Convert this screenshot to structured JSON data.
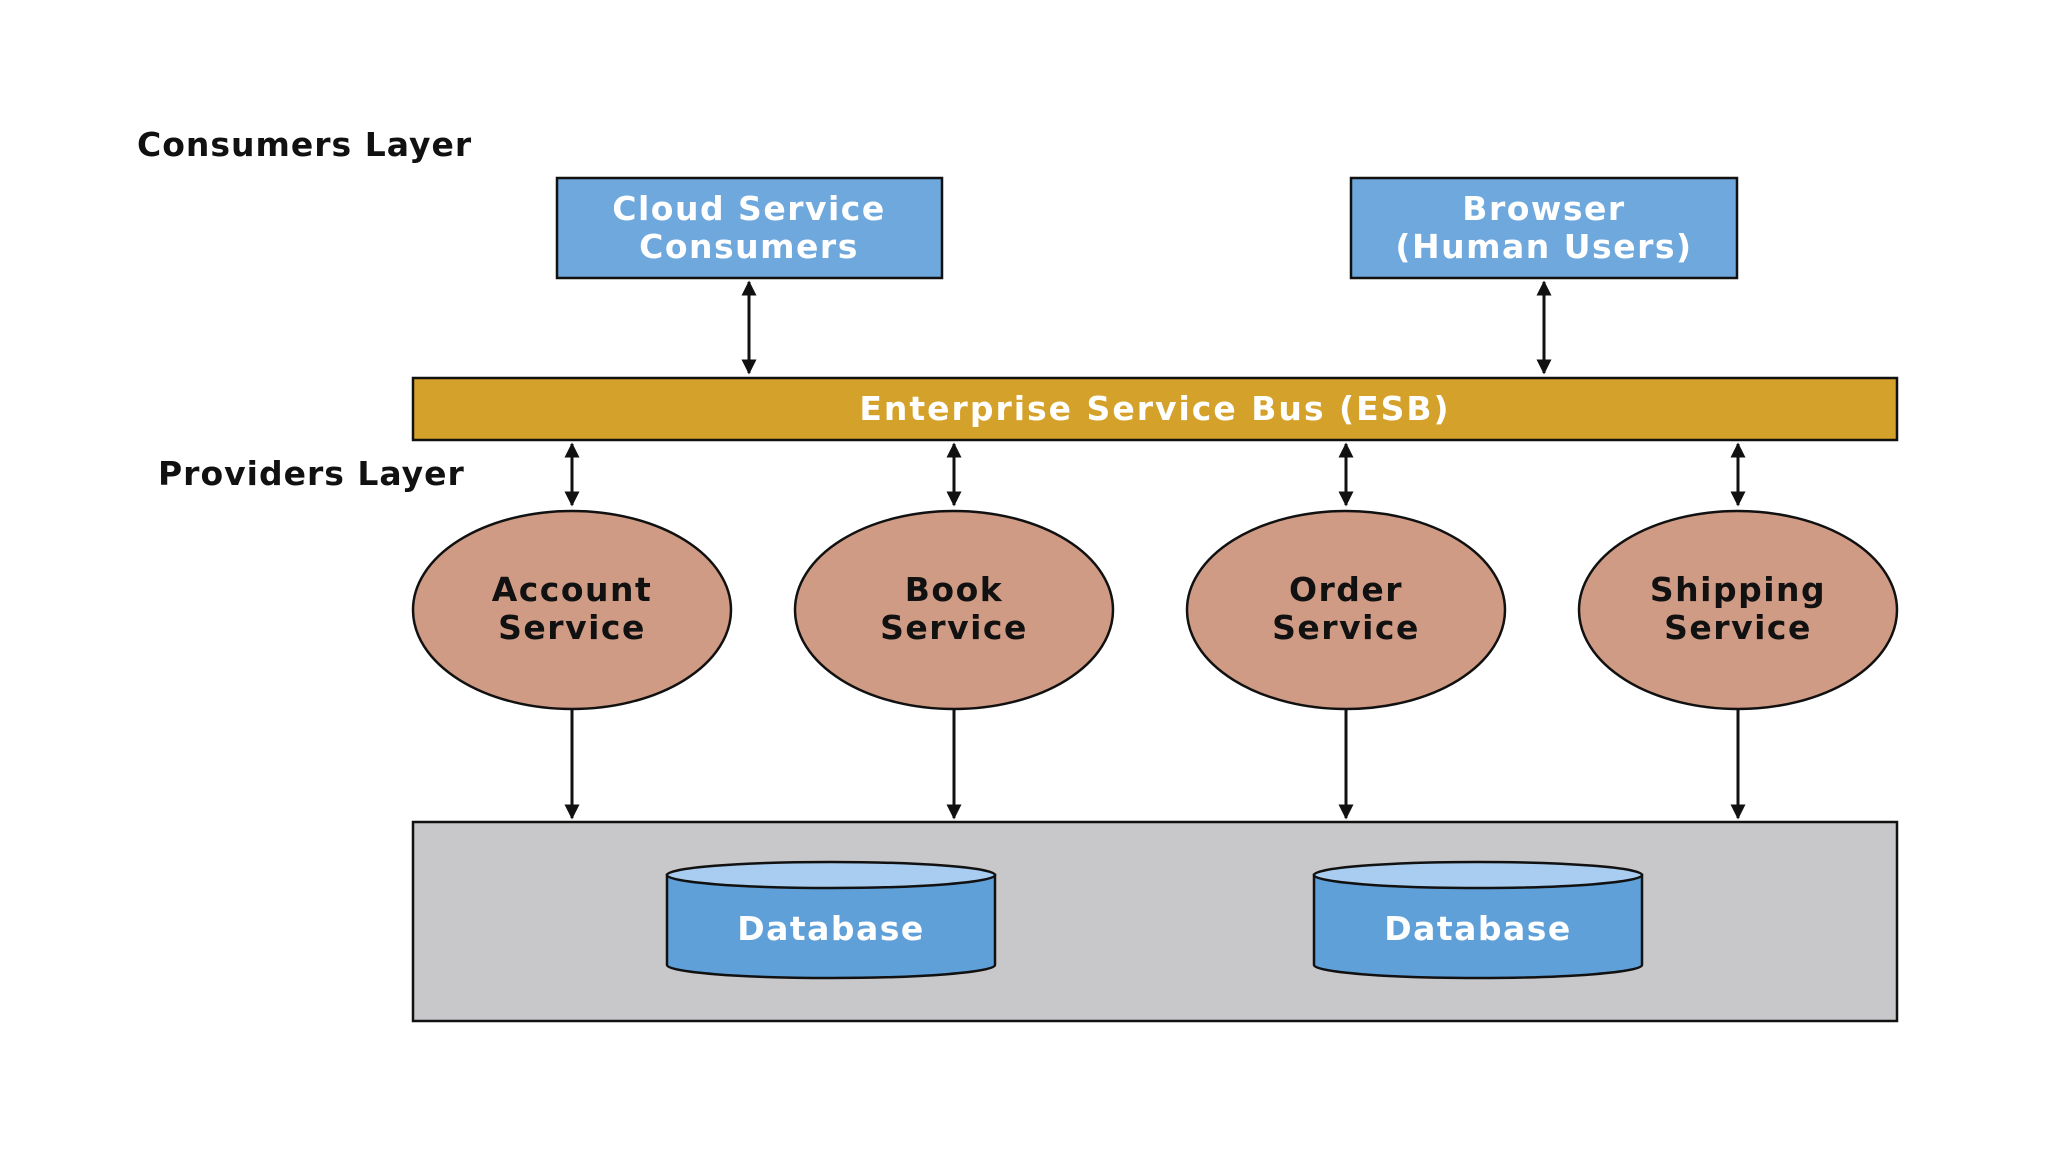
{
  "layers": {
    "consumers_label": "Consumers Layer",
    "providers_label": "Providers Layer"
  },
  "consumers": [
    {
      "line1": "Cloud Service",
      "line2": "Consumers"
    },
    {
      "line1": "Browser",
      "line2": "(Human Users)"
    }
  ],
  "esb": {
    "label": "Enterprise Service Bus (ESB)"
  },
  "services": [
    {
      "line1": "Account",
      "line2": "Service"
    },
    {
      "line1": "Book",
      "line2": "Service"
    },
    {
      "line1": "Order",
      "line2": "Service"
    },
    {
      "line1": "Shipping",
      "line2": "Service"
    }
  ],
  "databases": [
    {
      "label": "Database"
    },
    {
      "label": "Database"
    }
  ],
  "colors": {
    "consumer_fill": "#6fa8dc",
    "esb_fill": "#d4a12a",
    "service_fill": "#d09b85",
    "storage_fill": "#c8c7ca",
    "db_fill": "#5fa0d9",
    "db_top": "#a8cdf0",
    "stroke": "#111111"
  }
}
